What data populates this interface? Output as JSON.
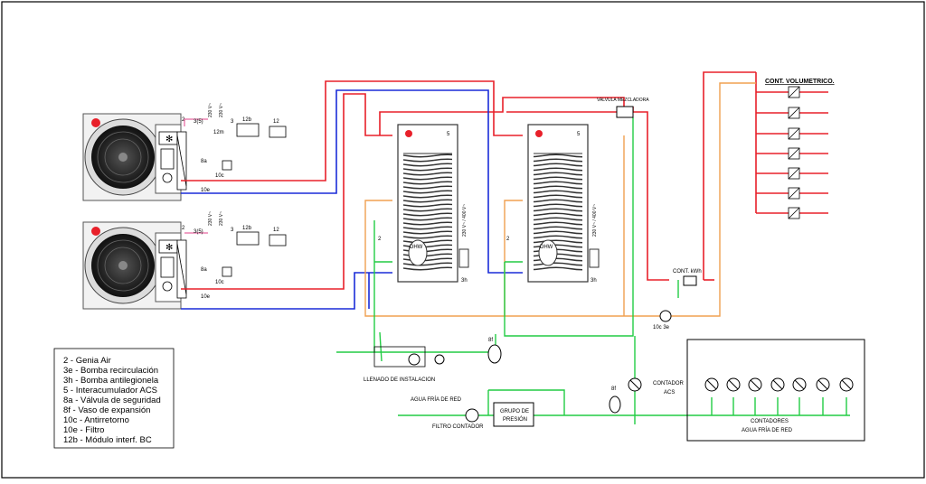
{
  "legend": {
    "items": [
      "2 - Genia Air",
      "3e - Bomba recirculación",
      "3h - Bomba antilegionela",
      "5 - Interacumulador ACS",
      "8a - Válvula de seguridad",
      "8f - Vaso de expansión",
      "10c - Antirretorno",
      "10e - Filtro",
      "12b - Módulo interf. BC"
    ]
  },
  "labels": {
    "cont_volumetrico": "CONT. VOLUMETRICO.",
    "cont_kwh": "CONT. kWh",
    "valvula_mezcladora": "VALVULA MEZCLADORA",
    "llenado": "LLENADO DE INSTALACION",
    "agua_fria_red": "AGUA FRÍA DE RED",
    "filtro_contador": "FILTRO CONTADOR",
    "grupo_presion_1": "GRUPO DE",
    "grupo_presion_2": "PRESIÓN",
    "contador_acs_1": "CONTADOR",
    "contador_acs_2": "ACS",
    "contadores_1": "CONTADORES",
    "contadores_2": "AGUA FRÍA DE RED",
    "bomba_recirc": "10c 3e",
    "tank1_num": "5",
    "tank2_num": "5",
    "dhw": "DHW",
    "voltage_tank": "230 V~ / 400 V~",
    "hp1_num": "2",
    "hp2_num": "2",
    "v230": "230 V~",
    "n12b": "12b",
    "n12": "12",
    "n8a": "8a",
    "n10c": "10c",
    "n10e": "10e",
    "n8f": "8f",
    "n12m": "12m",
    "n3_5": "3(5)",
    "n3": "3",
    "n3h": "3h",
    "n2": "2"
  },
  "colors": {
    "hot": "#e8202a",
    "return": "#1a2cd8",
    "cold": "#22cc44",
    "dhw_return": "#f0a050",
    "power": "#e0408a",
    "accent_logo": "#e8202a"
  }
}
